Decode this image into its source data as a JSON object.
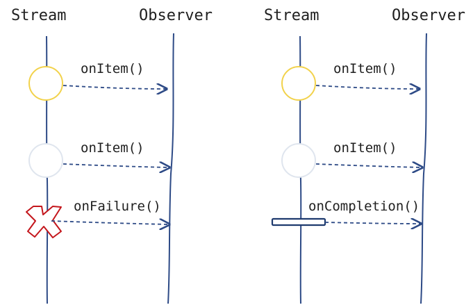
{
  "left_panel": {
    "stream_label": "Stream",
    "observer_label": "Observer",
    "events": [
      {
        "label": "onItem()",
        "marker": "circle",
        "marker_color": "#f2d24b"
      },
      {
        "label": "onItem()",
        "marker": "circle",
        "marker_color": "#dfe5ee"
      },
      {
        "label": "onFailure()",
        "marker": "cross",
        "marker_color": "#c4161c"
      }
    ]
  },
  "right_panel": {
    "stream_label": "Stream",
    "observer_label": "Observer",
    "events": [
      {
        "label": "onItem()",
        "marker": "circle",
        "marker_color": "#f2d24b"
      },
      {
        "label": "onItem()",
        "marker": "circle",
        "marker_color": "#dfe5ee"
      },
      {
        "label": "onCompletion()",
        "marker": "bar",
        "marker_color": "#1e3a6e"
      }
    ]
  },
  "colors": {
    "line": "#2d4a86",
    "arrow": "#2d4a86"
  }
}
